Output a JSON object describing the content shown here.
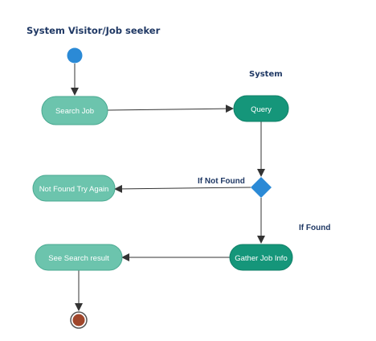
{
  "lanes": {
    "left_title": "System Visitor/Job seeker",
    "right_title": "System"
  },
  "nodes": {
    "search_job": "Search Job",
    "query": "Query",
    "not_found": "Not Found Try Again",
    "gather": "Gather Job Info",
    "see_result": "See Search result"
  },
  "edges": {
    "if_not_found": "If Not Found",
    "if_found": "If  Found"
  },
  "colors": {
    "light_activity": "#6cc4ad",
    "dark_activity": "#15967a",
    "start": "#2b8ad6",
    "decision": "#2b8ad6",
    "end_fill": "#a0462b",
    "end_ring": "#555555",
    "arrow": "#333333",
    "text_dark": "#1f3864"
  }
}
